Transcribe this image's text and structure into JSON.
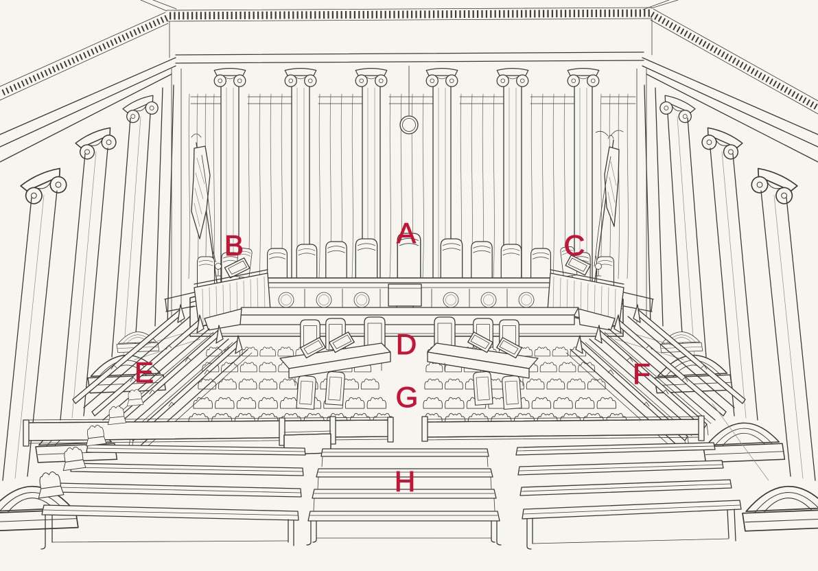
{
  "scene": {
    "description": "Hand-drawn ink illustration of a courtroom (Supreme Court style) with zones labeled A through H",
    "paper_color": "#f7f5f0",
    "ink_color": "#3b3a35",
    "label_color": "#c41437"
  },
  "labels": [
    {
      "letter": "A"
    },
    {
      "letter": "B"
    },
    {
      "letter": "C"
    },
    {
      "letter": "D"
    },
    {
      "letter": "E"
    },
    {
      "letter": "F"
    },
    {
      "letter": "G"
    },
    {
      "letter": "H"
    }
  ]
}
